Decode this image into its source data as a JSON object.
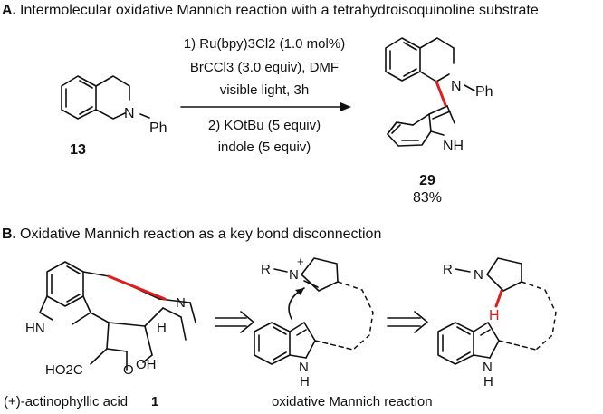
{
  "section_a": {
    "letter": "A.",
    "title": "Intermolecular oxidative Mannich reaction with a tetrahydroisoquinoline substrate",
    "substrate": {
      "label": "13",
      "n_sub": "N",
      "ph": "Ph"
    },
    "conditions": {
      "line1": "1) Ru(bpy)3Cl2 (1.0 mol%)",
      "line2": "BrCCl3 (3.0 equiv), DMF",
      "line3": "visible light, 3h",
      "line4": "2) KOtBu (5 equiv)",
      "line5": "indole (5 equiv)"
    },
    "product": {
      "label": "29",
      "yield": "83%",
      "n_sub": "N",
      "ph": "Ph",
      "nh": "NH"
    }
  },
  "section_b": {
    "letter": "B.",
    "title": "Oxidative Mannich reaction as a key bond disconnection",
    "natural_product": {
      "caption": "(+)-actinophyllic acid",
      "number": "1",
      "hn": "HN",
      "co2h": "HO2C",
      "oh": "OH",
      "o": "O",
      "n": "N",
      "h": "H"
    },
    "iminium": {
      "r": "R",
      "n": "N",
      "plus": "+",
      "nh": "H",
      "n_indole": "N"
    },
    "amine": {
      "r": "R",
      "n": "N",
      "h_red": "H",
      "nh": "H",
      "n_indole": "N"
    },
    "caption_mannich": "oxidative Mannich reaction"
  },
  "colors": {
    "new_bond": "#e01d1d",
    "ink": "#111111"
  }
}
